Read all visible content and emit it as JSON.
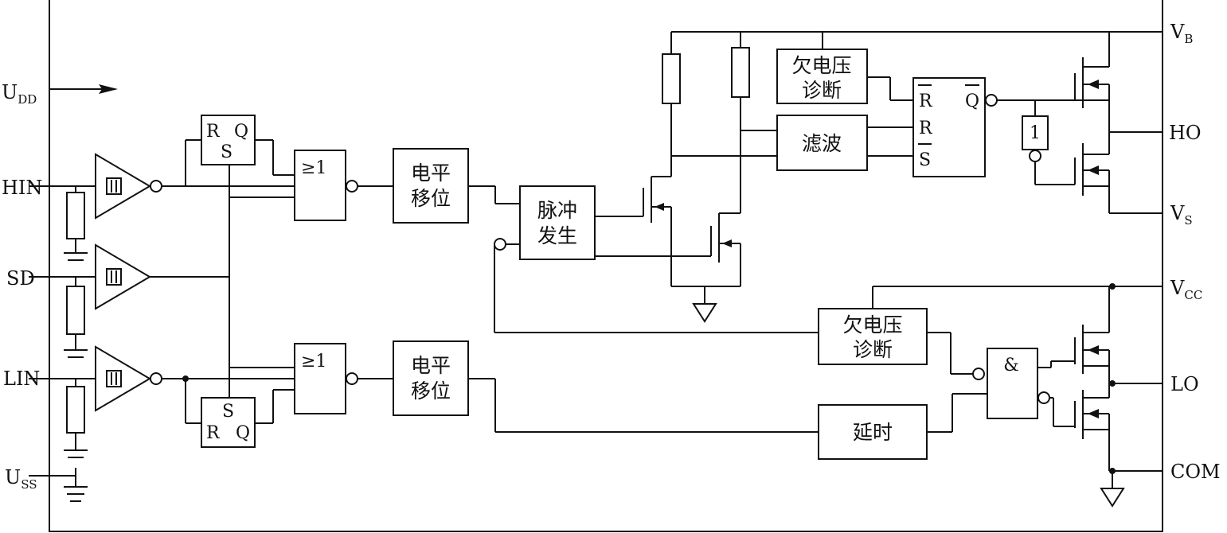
{
  "pins": {
    "udd": {
      "main": "U",
      "sub": "DD"
    },
    "hin": "HIN",
    "sd": "SD",
    "lin": "LIN",
    "uss": {
      "main": "U",
      "sub": "SS"
    },
    "vb": {
      "main": "V",
      "sub": "B"
    },
    "ho": "HO",
    "vs": {
      "main": "V",
      "sub": "S"
    },
    "vcc": {
      "main": "V",
      "sub": "CC"
    },
    "lo": "LO",
    "com": "COM"
  },
  "blocks": {
    "rs_high": {
      "r": "R",
      "s": "S",
      "q": "Q"
    },
    "rs_low": {
      "s": "S",
      "r": "R",
      "q": "Q"
    },
    "nor_high": "≥1",
    "nor_low": "≥1",
    "level_shift_high": [
      "电平",
      "移位"
    ],
    "level_shift_low": [
      "电平",
      "移位"
    ],
    "pulse_gen": [
      "脉冲",
      "发生"
    ],
    "uv_high": [
      "欠电压",
      "诊断"
    ],
    "uv_low": [
      "欠电压",
      "诊断"
    ],
    "filter": "滤波",
    "rs_out": {
      "r_bar": "R",
      "r": "R",
      "s_bar": "S",
      "q_bar": "Q"
    },
    "inverter": "1",
    "and_gate": "&",
    "delay": "延时"
  }
}
